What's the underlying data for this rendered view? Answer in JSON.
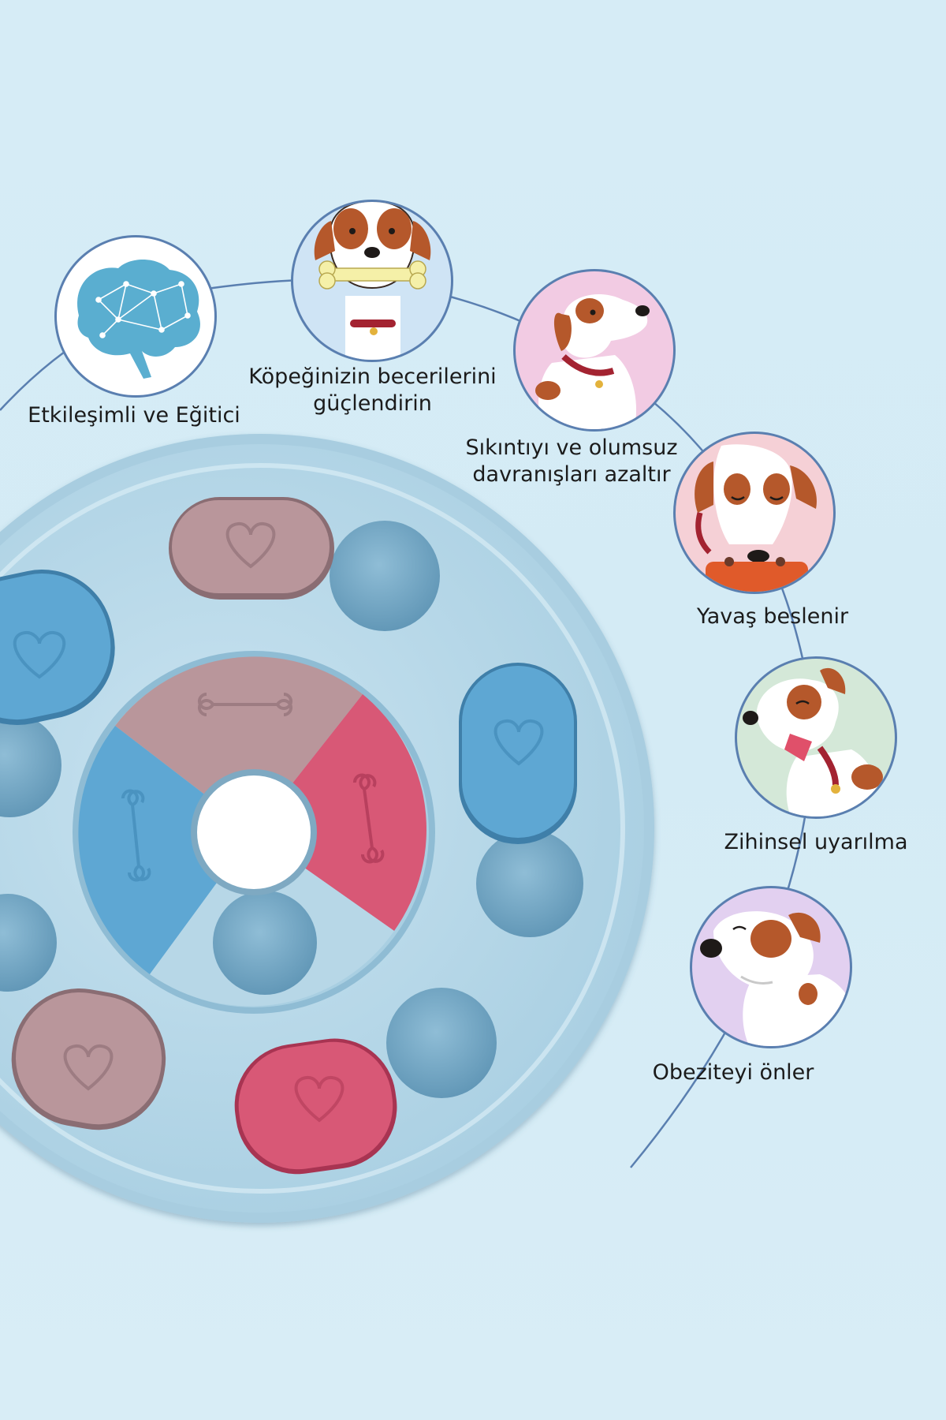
{
  "features": [
    {
      "label": "Etkileşimli ve Eğitici",
      "icon": "brain-icon"
    },
    {
      "label_line1": "Köpeğinizin becerilerini",
      "label_line2": "güçlendirin",
      "icon": "dog-holding-bone-icon"
    },
    {
      "label_line1": "Sıkıntıyı ve olumsuz",
      "label_line2": "davranışları azaltır",
      "icon": "happy-dog-icon"
    },
    {
      "label": "Yavaş beslenir",
      "icon": "dog-eating-from-bowl-icon"
    },
    {
      "label": "Zihinsel uyarılma",
      "icon": "curious-dog-icon"
    },
    {
      "label": "Obeziteyi önler",
      "icon": "sniffing-dog-icon"
    }
  ],
  "colors": {
    "background": "#d6ecf6",
    "arc_line": "#5a7fb0",
    "feeder_base": "#b6d8e8",
    "slot_blue": "#5ea7d3",
    "slot_mauve": "#b9969b",
    "slot_pink": "#d85876",
    "text": "#1b1b1b"
  }
}
